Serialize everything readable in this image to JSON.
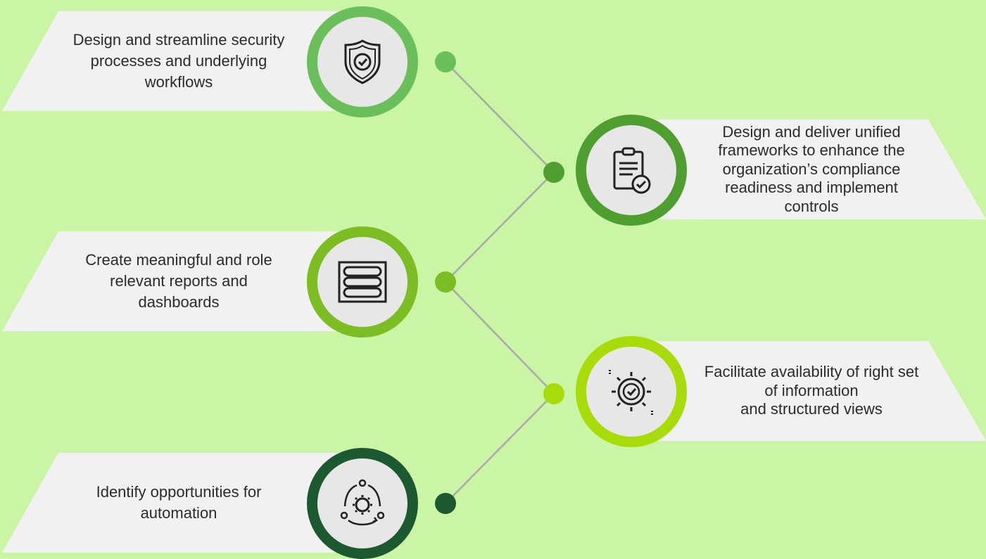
{
  "colors": {
    "background": "#c9f5a4",
    "banner": "#f1f1f1",
    "connector": "#a9a9a9",
    "step1": "#6abf5a",
    "step2": "#4f9e30",
    "step3": "#7bbd22",
    "step4": "#a7dc0a",
    "step5": "#1d5930"
  },
  "steps": [
    {
      "icon": "shield-check-icon",
      "lines": [
        "Design and streamline security",
        "processes and underlying",
        "workflows"
      ]
    },
    {
      "icon": "clipboard-check-icon",
      "lines": [
        "Design and deliver unified",
        "frameworks to enhance the",
        "organization’s compliance",
        "readiness and implement",
        "controls"
      ]
    },
    {
      "icon": "report-list-icon",
      "lines": [
        "Create meaningful and role",
        "relevant reports and",
        "dashboards"
      ]
    },
    {
      "icon": "gear-check-icon",
      "lines": [
        "Facilitate availability of right set",
        "of information",
        "and structured views"
      ]
    },
    {
      "icon": "automation-cycle-icon",
      "lines": [
        "Identify opportunities for",
        "automation"
      ]
    }
  ]
}
